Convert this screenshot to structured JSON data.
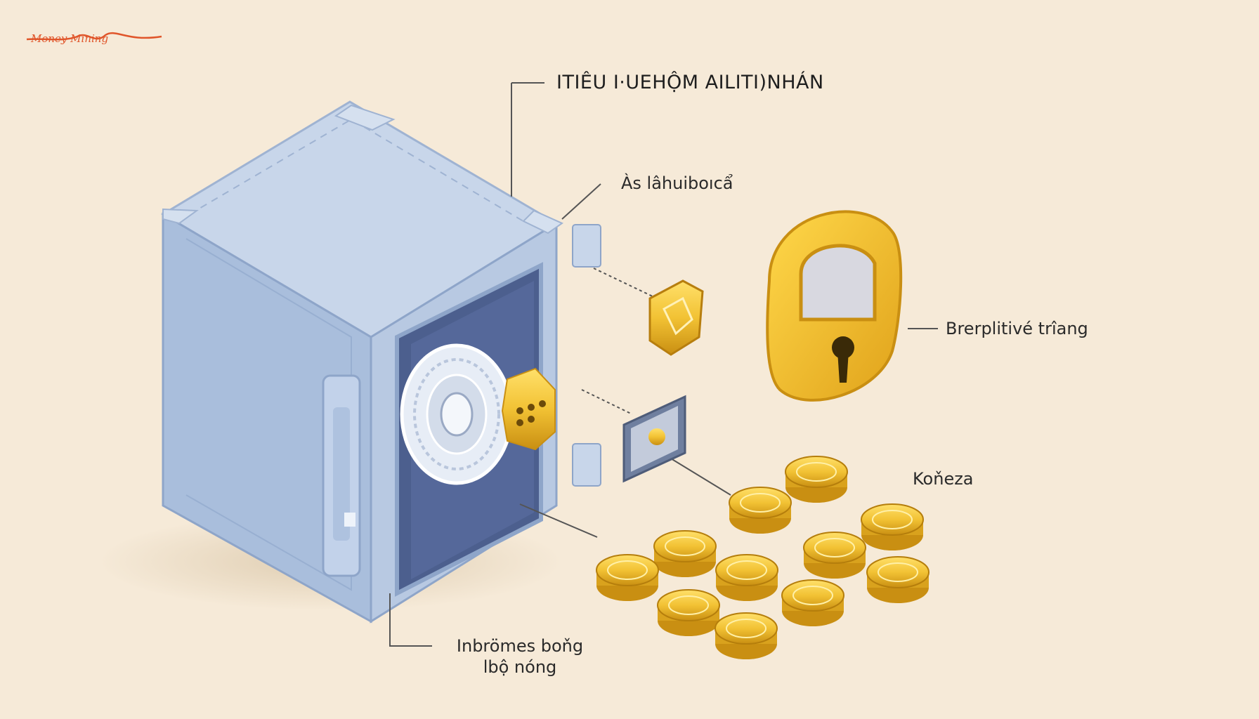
{
  "logo": {
    "text": "Money Mining",
    "color": "#e0552a"
  },
  "callouts": {
    "title": "ITIÊU I·UEHỘM AILITI)NHÁN",
    "top_part": "Às lâhuiboıcẩ",
    "padlock": "Brerplitivé trîang",
    "coins": "Koňeza",
    "bottom_line1": "Inbrömes boňg",
    "bottom_line2": "lbộ nóng"
  },
  "colors": {
    "background": "#f6ead8",
    "safe_body": "#a9bedc",
    "safe_light": "#c8d6ea",
    "safe_dark": "#8ea5c9",
    "safe_inner": "#4c5f8e",
    "gold": "#f2c234",
    "gold_dark": "#c98f12",
    "leader_line": "#555555"
  },
  "icons": {
    "safe": "safe-icon",
    "dial": "combination-dial-icon",
    "padlock": "padlock-icon",
    "shield": "shield-badge-icon",
    "chip": "lock-chip-icon",
    "coin": "gold-coin-icon"
  }
}
